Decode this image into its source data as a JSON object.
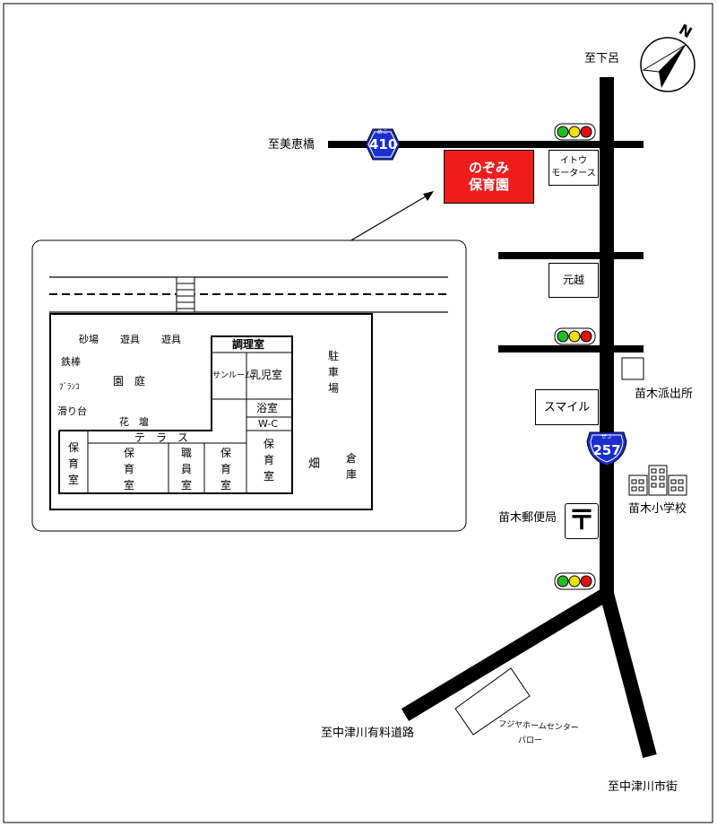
{
  "directions": {
    "north": "至下呂",
    "west": "至美恵橋",
    "southwest": "至中津川有料道路",
    "south": "至中津川市街"
  },
  "compass_letter": "N",
  "route_410": {
    "number": "410",
    "furigana": "めこ"
  },
  "route_257": {
    "number": "257",
    "furigana": "ぜさ"
  },
  "destination": {
    "line1": "のぞみ",
    "line2": "保育園"
  },
  "landmarks": {
    "ito_line1": "イトウ",
    "ito_line2": "モータース",
    "motokoshi": "元越",
    "smile": "スマイル",
    "police": "苗木派出所",
    "school": "苗木小学校",
    "post_office": "苗木郵便局",
    "post_symbol": "〒",
    "fujiya_line1": "フジヤホームセンター",
    "fujiya_line2": "パロー"
  },
  "colors": {
    "accent_red": "#f01d1d",
    "route_blue": "#1b2ecf",
    "signal_green": "#22bb22",
    "signal_yellow": "#f0e000",
    "signal_red": "#e01010"
  },
  "inset": {
    "sunaba": "砂場",
    "yugu1": "遊具",
    "yugu2": "遊具",
    "tetsubou": "鉄棒",
    "buranko": "ﾌﾞﾗﾝｺ",
    "suberidai": "滑り台",
    "entei": "園　庭",
    "kadan": "花　壇",
    "terrace": "テ　ラ　ス",
    "choriishitsu": "調理室",
    "sunroom": "サンルーム",
    "nyujishitsu": "乳児室",
    "yokushitsu": "浴室",
    "wc": "W-C",
    "chushajo": [
      "駐",
      "車",
      "場"
    ],
    "hatake": "畑",
    "souko": [
      "倉",
      "庫"
    ],
    "hoikushitsu1": [
      "保",
      "育",
      "室"
    ],
    "hoikushitsu2": [
      "保",
      "育",
      "室"
    ],
    "shokuinshitsu": [
      "職",
      "員",
      "室"
    ],
    "hoikushitsu3": [
      "保",
      "育",
      "室"
    ],
    "hoikushitsu4": [
      "保",
      "育",
      "室"
    ]
  }
}
